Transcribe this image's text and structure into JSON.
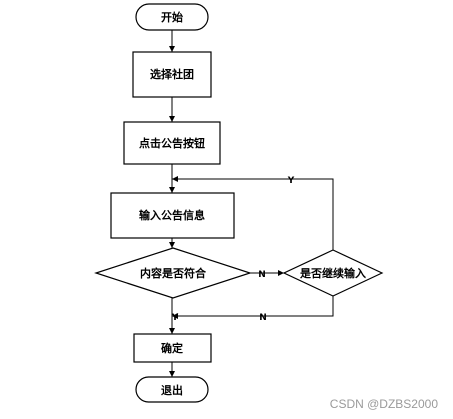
{
  "flowchart": {
    "start": "开始",
    "select_club": "选择社团",
    "click_button": "点击公告按钮",
    "enter_notice": "输入公告信息",
    "content_check": "内容是否符合",
    "continue_check": "是否继续输入",
    "confirm": "确定",
    "exit": "退出",
    "yes": "Y",
    "no": "N"
  },
  "watermark": "CSDN @DZBS2000"
}
